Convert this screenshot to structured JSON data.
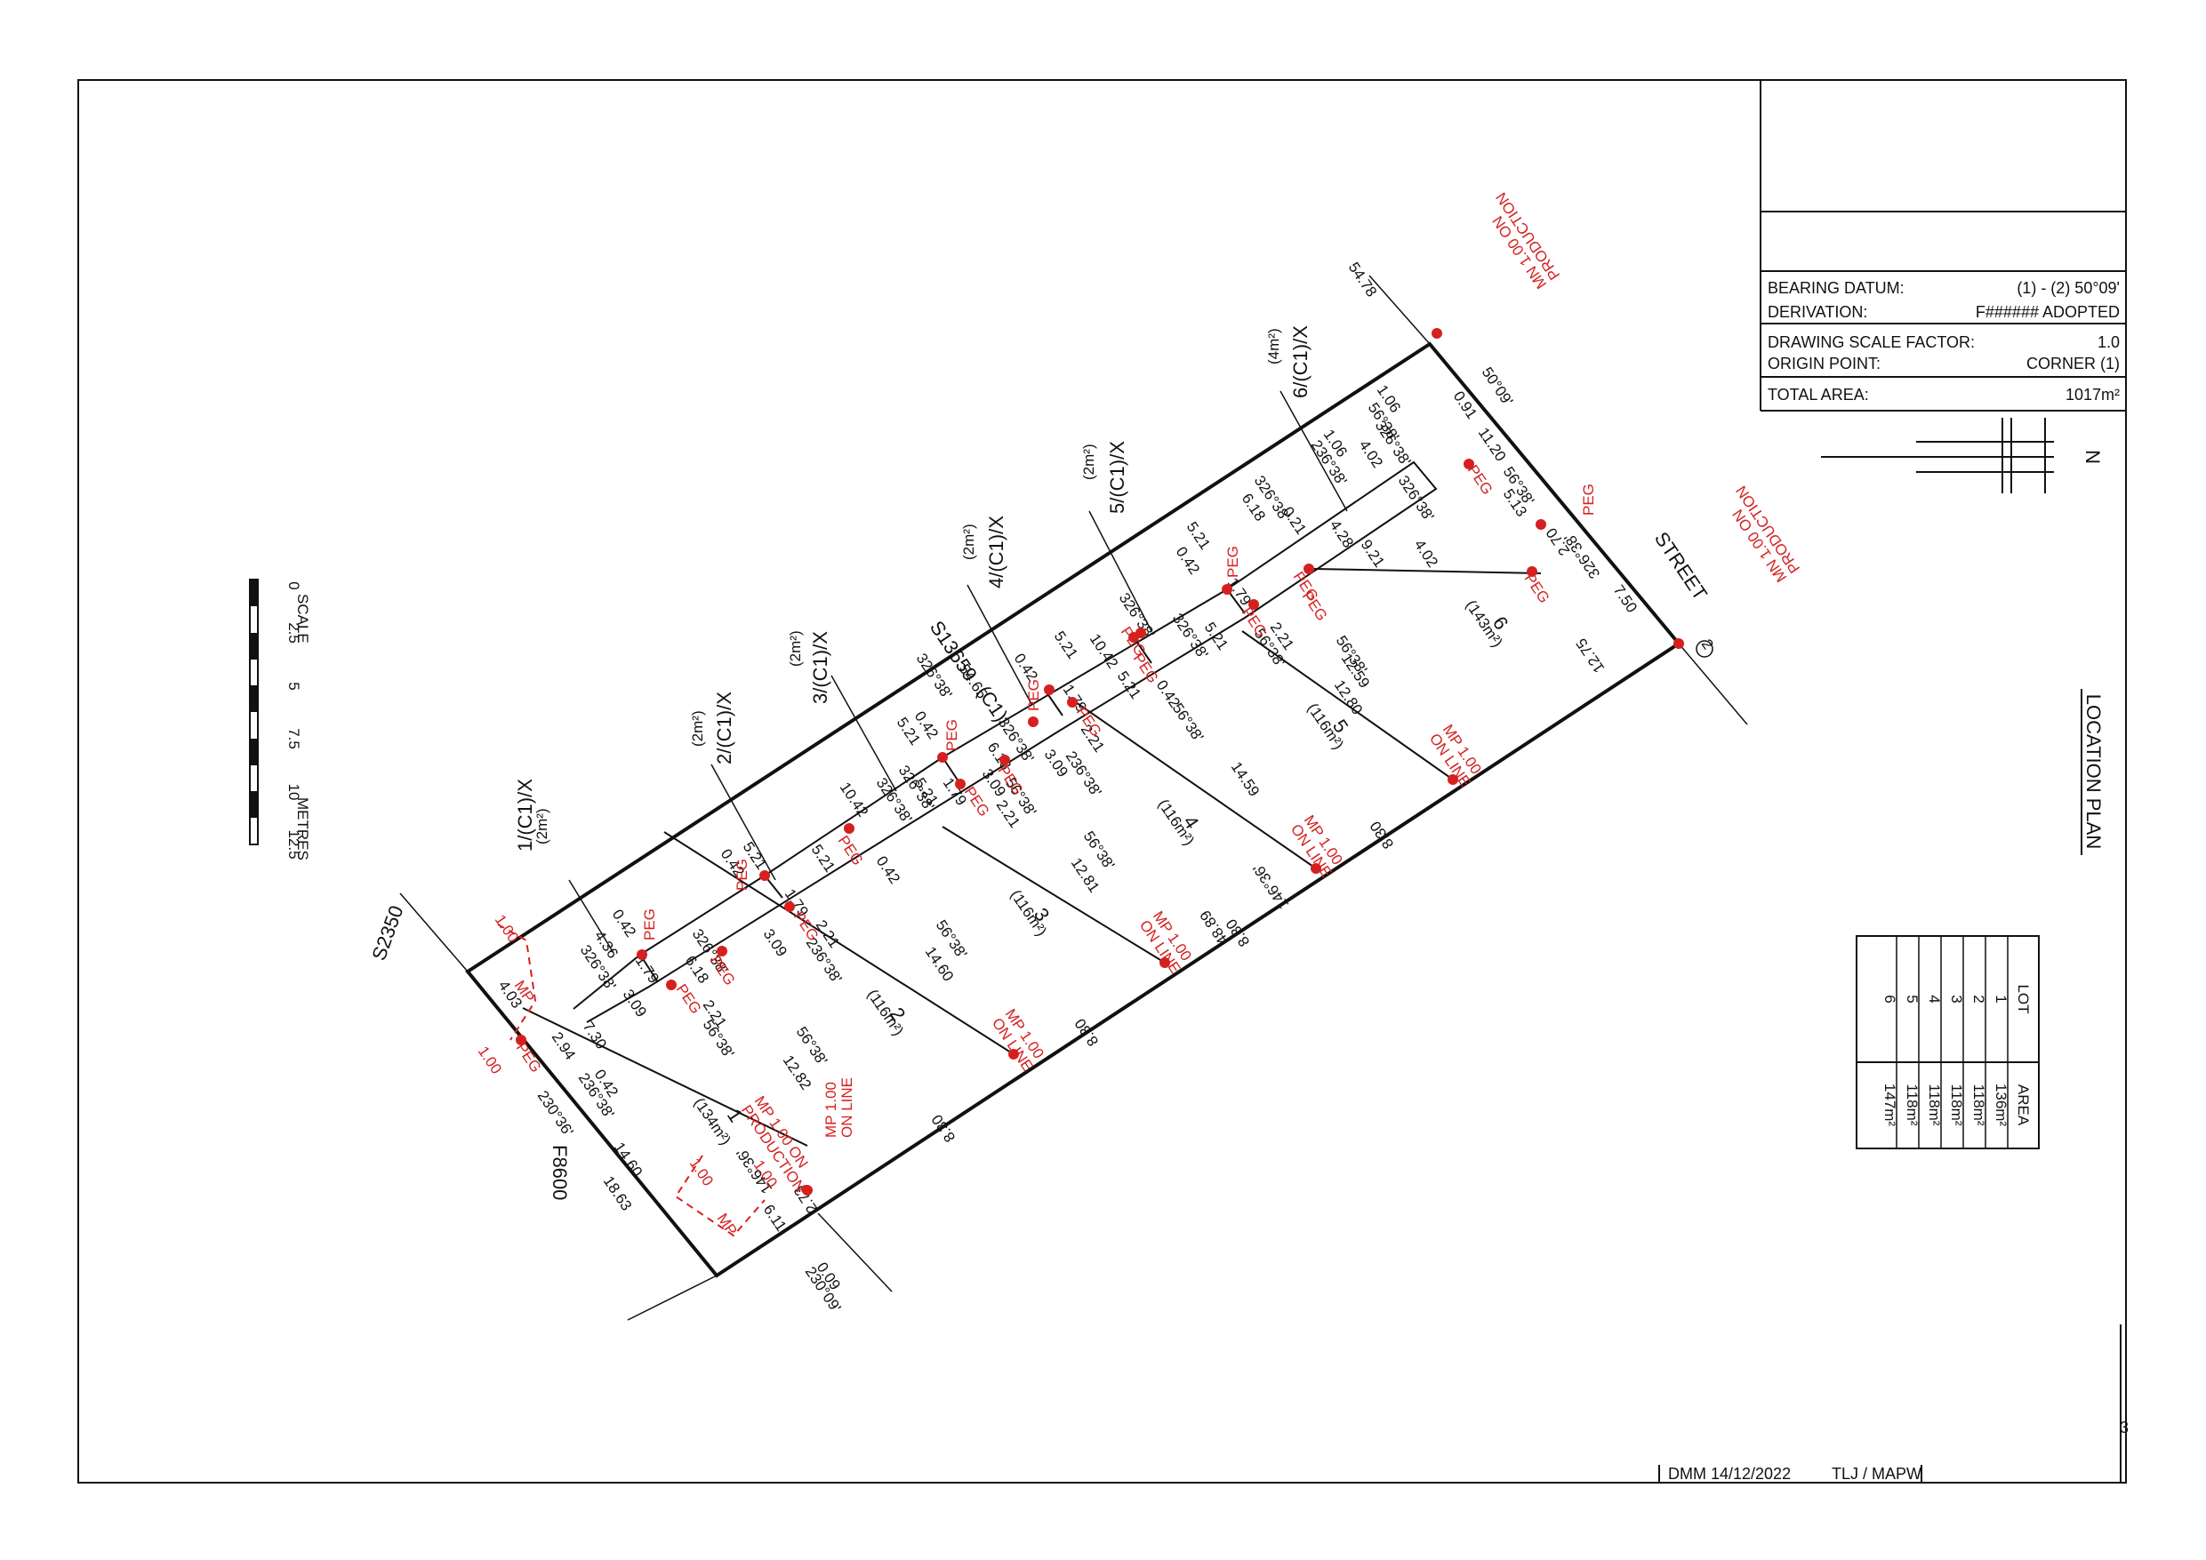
{
  "title_block": {
    "rows": [
      {
        "label": "BEARING DATUM:",
        "value": "(1) - (2) 50°09'"
      },
      {
        "label": "DERIVATION:",
        "value": "F###### ADOPTED"
      },
      {
        "label": "DRAWING SCALE FACTOR:",
        "value": "1.0"
      },
      {
        "label": "ORIGIN POINT:",
        "value": "CORNER (1)"
      },
      {
        "label": "TOTAL AREA:",
        "value": "1017m²"
      }
    ],
    "footer_left": "DMM 14/12/2022",
    "footer_right": "TLJ / MAPW"
  },
  "location_plan": {
    "title": "LOCATION PLAN",
    "north": "N"
  },
  "scale_bar": {
    "title": "SCALE",
    "unit": "METRES",
    "ticks": [
      "0",
      "2.5",
      "5",
      "7.5",
      "10",
      "12.5"
    ]
  },
  "area_table": {
    "headers": [
      "LOT",
      "AREA"
    ],
    "rows": [
      [
        "1",
        "136m²"
      ],
      [
        "2",
        "118m²"
      ],
      [
        "3",
        "118m²"
      ],
      [
        "4",
        "118m²"
      ],
      [
        "5",
        "118m²"
      ],
      [
        "6",
        "147m²"
      ]
    ]
  },
  "plan": {
    "street": "STREET",
    "neighbours": {
      "top": "S1365",
      "top_b": "9",
      "left": "S2350",
      "bottom": "F8600"
    },
    "corner_marker": "2",
    "lots": [
      {
        "id": "1",
        "area": "(134m²)"
      },
      {
        "id": "2",
        "area": "(116m²)"
      },
      {
        "id": "3",
        "area": "(116m²)"
      },
      {
        "id": "4",
        "area": "(116m²)"
      },
      {
        "id": "5",
        "area": "(116m²)"
      },
      {
        "id": "6",
        "area": "(143m²)"
      }
    ],
    "common": {
      "id": "(C1)"
    },
    "easements": [
      {
        "id": "1/(C1)/X",
        "area": "(2m²)"
      },
      {
        "id": "2/(C1)/X",
        "area": "(2m²)"
      },
      {
        "id": "3/(C1)/X",
        "area": "(2m²)"
      },
      {
        "id": "4/(C1)/X",
        "area": "(2m²)"
      },
      {
        "id": "5/(C1)/X",
        "area": "(2m²)"
      },
      {
        "id": "6/(C1)/X",
        "area": "(4m²)"
      }
    ],
    "marks": {
      "peg": "PEG",
      "mp_line": "MP 1.00",
      "on_line": "ON LINE",
      "mp_prod": "MP 1.00 ON",
      "production": "PRODUCTION",
      "mn_a": "MN 1.00 ON",
      "mn_b": "PRODUCTION",
      "mp": "MP"
    },
    "dims": {
      "d5478": "54.78",
      "d5465": "54.65",
      "b32638": "326°38'",
      "d4889": "48.89",
      "b14636": "146°36'",
      "d1863": "18.63",
      "d1460": "14.60",
      "b23036": "230°36'",
      "d1275": "12.75",
      "d750": "7.50",
      "d1120": "11.20",
      "b5009": "50°09'",
      "d830": "8.30",
      "d1282": "12.82",
      "d1460b": "14.60",
      "d1281": "12.81",
      "d1459": "14.59",
      "d1259": "12.59",
      "d1280": "12.80",
      "b5638": "56°38'",
      "b23638": "236°38'",
      "d042": "0.42",
      "d521": "5.21",
      "d179": "1.79",
      "d221": "2.21",
      "d309": "3.09",
      "d618": "6.18",
      "d1042": "10.42",
      "d021": "0.21",
      "d428": "4.28",
      "d921": "9.21",
      "d402": "4.02",
      "d106": "1.06",
      "d091": "0.91",
      "d513": "5.13",
      "d270": "2.70",
      "d273": "2.73",
      "d009": "0.09",
      "b23009": "230°09'",
      "d611": "6.11",
      "d100": "1.00",
      "d403": "4.03",
      "d294": "2.94",
      "d730": "7.30",
      "d436": "4.36",
      "b14636b": "146°36'"
    }
  }
}
